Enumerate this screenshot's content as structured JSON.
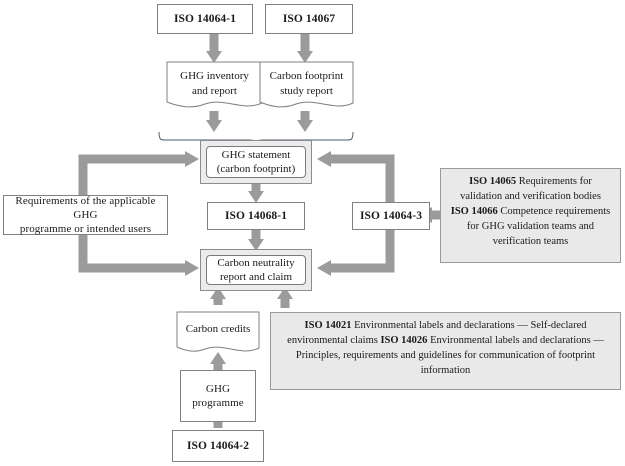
{
  "diagram": {
    "title": "ISO carbon neutrality standards relationship diagram",
    "colors": {
      "arrow_grey": "#9b9b9b",
      "box_border": "#808080",
      "panel_fill": "#e9e9e9",
      "double_box_fill": "#ececec",
      "text": "#1a1a1a"
    },
    "nodes": {
      "iso_14064_1": "ISO 14064-1",
      "iso_14067": "ISO 14067",
      "ghg_inventory": "GHG inventory\nand report",
      "ghg_inventory_line1": "GHG inventory",
      "ghg_inventory_line2": "and report",
      "carbon_footprint_study": "Carbon footprint\nstudy report",
      "carbon_footprint_line1": "Carbon footprint",
      "carbon_footprint_line2": "study report",
      "ghg_statement_line1": "GHG statement",
      "ghg_statement_line2": "(carbon footprint)",
      "iso_14068_1": "ISO 14068-1",
      "iso_14064_3": "ISO 14064-3",
      "requirements_line1": "Requirements of the applicable GHG",
      "requirements_line2": "programme or intended users",
      "carbon_neutrality_line1": "Carbon neutrality",
      "carbon_neutrality_line2": "report and claim",
      "carbon_credits": "Carbon credits",
      "ghg_programme_line1": "GHG",
      "ghg_programme_line2": "programme",
      "iso_14064_2": "ISO 14064-2"
    },
    "panels": {
      "validation_panel": {
        "entries": [
          {
            "code": "ISO 14065",
            "text": " Requirements for validation and verification bodies"
          },
          {
            "code": "ISO 14066",
            "text": " Competence requirements for GHG validation teams and verification teams"
          }
        ]
      },
      "labels_panel": {
        "entries": [
          {
            "code": "ISO 14021",
            "text": " Environmental labels and declarations — Self-declared environmental claims"
          },
          {
            "code": "ISO 14026",
            "text": " Environmental labels and declarations — Principles, requirements and guidelines for communication of footprint information"
          }
        ]
      }
    }
  }
}
